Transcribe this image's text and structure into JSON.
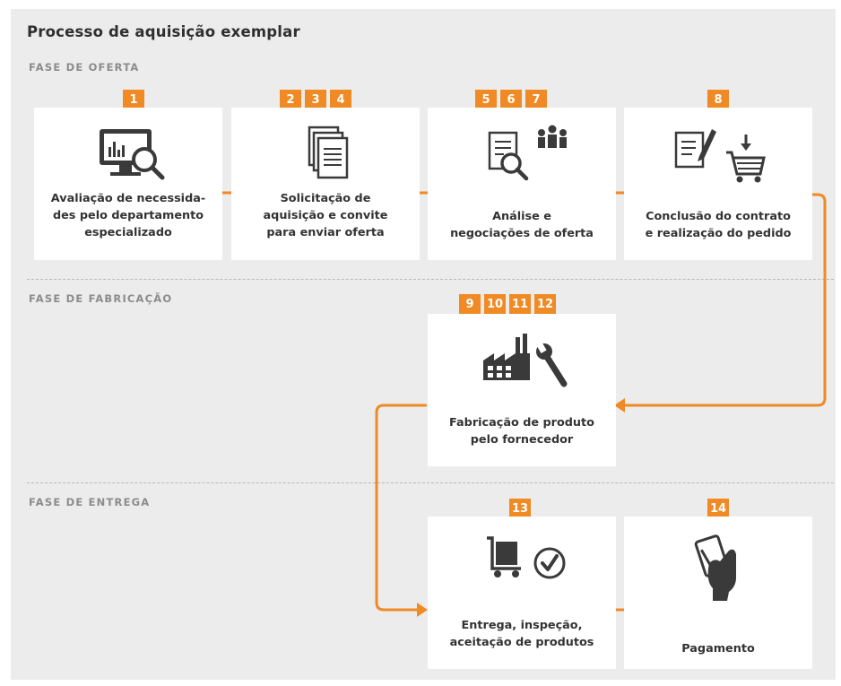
{
  "title": "Processo de aquisição exemplar",
  "phases": {
    "offer": "FASE DE OFERTA",
    "manufacturing": "FASE DE FABRICAÇÃO",
    "delivery": "FASE DE ENTREGA"
  },
  "steps": [
    {
      "badges": [
        "1"
      ],
      "label": "Avaliação de necessida-\ndes pelo departamento\nespecializado",
      "icon": "monitor-analytics-icon"
    },
    {
      "badges": [
        "2",
        "3",
        "4"
      ],
      "label": "Solicitação de\naquisição e convite\npara enviar oferta",
      "icon": "documents-icon"
    },
    {
      "badges": [
        "5",
        "6",
        "7"
      ],
      "label": "Análise e\nnegociações de oferta",
      "icon": "document-search-people-icon"
    },
    {
      "badges": [
        "8"
      ],
      "label": "Conclusão do contrato\ne realização do pedido",
      "icon": "contract-cart-icon"
    },
    {
      "badges": [
        "9",
        "10",
        "11",
        "12"
      ],
      "label": "Fabricação de produto\npelo fornecedor",
      "icon": "factory-wrench-icon"
    },
    {
      "badges": [
        "13"
      ],
      "label": "Entrega, inspeção,\naceitação de produtos",
      "icon": "delivery-check-icon"
    },
    {
      "badges": [
        "14"
      ],
      "label": "Pagamento",
      "icon": "card-payment-icon"
    }
  ],
  "colors": {
    "accent": "#f08a24",
    "panel": "#ececec",
    "card": "#ffffff",
    "text": "#333333"
  }
}
